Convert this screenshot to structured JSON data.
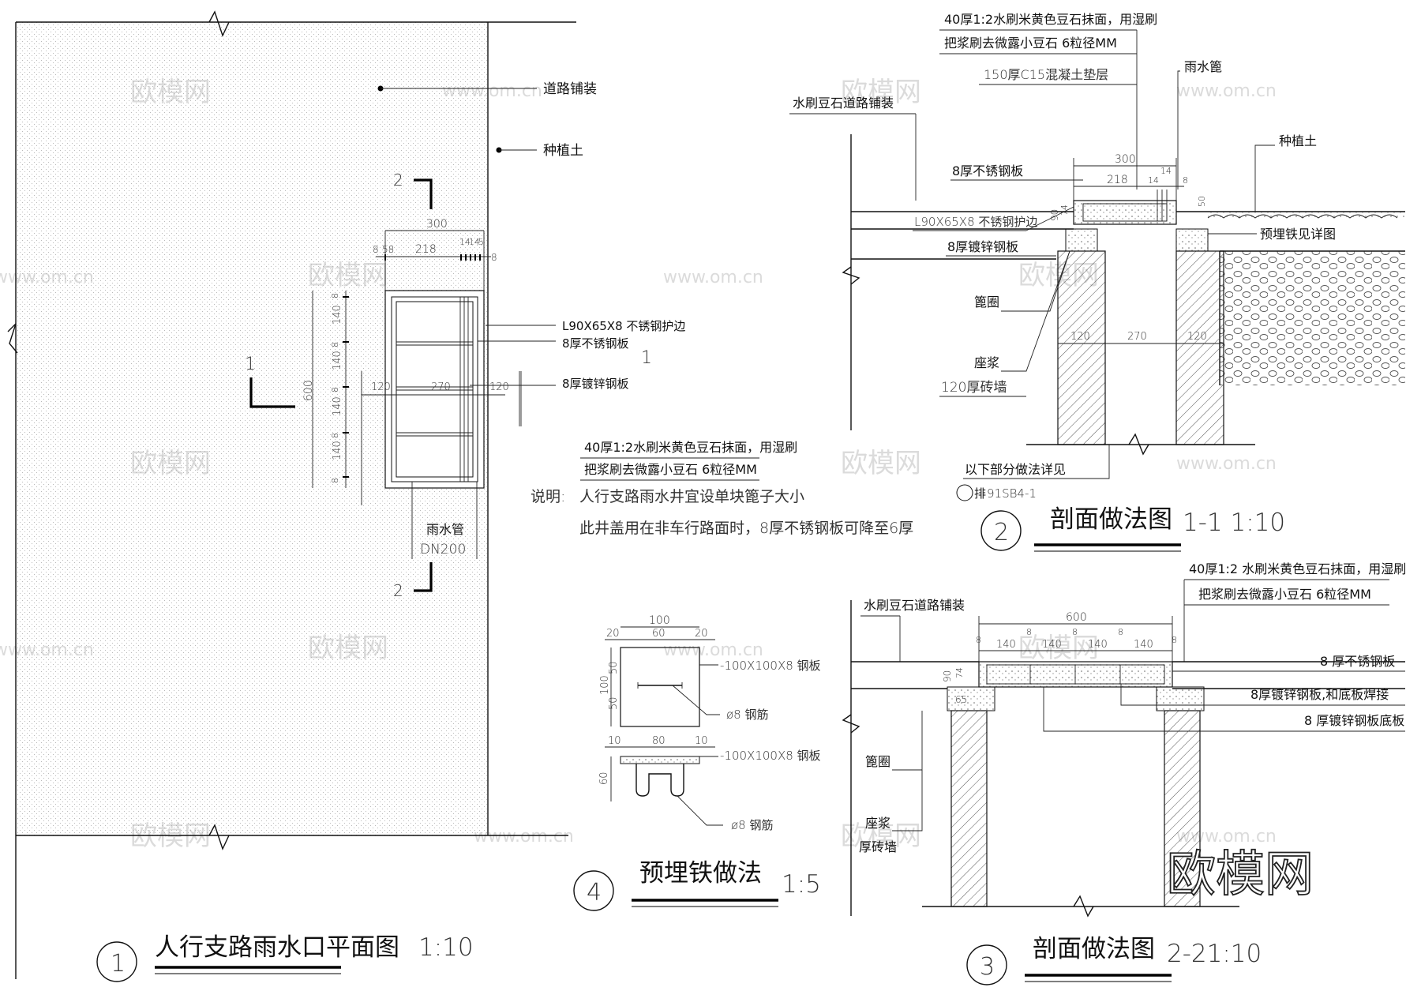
{
  "watermarks": {
    "brand_cn": "欧模网",
    "site": "www.om.cn"
  },
  "plan": {
    "label_paving": "道路铺装",
    "label_soil": "种植土",
    "cut_1": "1",
    "cut_2": "2",
    "dim_300": "300",
    "dim_8a": "8",
    "dim_58": "58",
    "dim_218": "218",
    "dim_14a": "14",
    "dim_14b": "14",
    "dim_5": "5",
    "dim_8b": "8",
    "dim_600": "600",
    "dim_140": "140",
    "dim_8": "8",
    "dim_120": "120",
    "dim_270": "270",
    "label_angle": "L90X65X8  不锈钢护边",
    "label_ss_plate": "8厚不锈钢板",
    "label_galv_plate": "8厚镀锌钢板",
    "note_line1": "40厚1:2水刷米黄色豆石抹面，用湿刷",
    "note_line2": "把浆刷去微露小豆石  6粒径MM",
    "explain_title": "说明:",
    "explain_line1": "人行支路雨水井宜设单块篦子大小",
    "explain_line2": "此井盖用在非车行路面时，8厚不锈钢板可降至6厚",
    "pipe_label": "雨水管",
    "pipe_size": "DN200",
    "title_num": "1",
    "title_text": "人行支路雨水口平面图",
    "title_scale": "1:10"
  },
  "sec11": {
    "note_line1": "40厚1:2水刷米黄色豆石抹面，用湿刷",
    "note_line2": "把浆刷去微露小豆石  6粒径MM",
    "concrete": "150厚C15混凝土垫层",
    "grate": "雨水篦",
    "paving": "水刷豆石道路铺装",
    "soil": "种植土",
    "ss_plate": "8厚不锈钢板",
    "angle": "L90X65X8  不锈钢护边",
    "galv_plate": "8厚镀锌钢板",
    "embed": "预埋铁见详图",
    "curb": "篦圈",
    "mortar": "座浆",
    "brick": "120厚砖墙",
    "see_detail": "以下部分做法详见",
    "ref": "91SB4-1",
    "ref_prefix": "排",
    "dim_300": "300",
    "dim_218": "218",
    "dim_14": "14",
    "dim_8": "8",
    "dim_14b": "14",
    "dim_90": "90",
    "dim_74": "74",
    "dim_50": "50",
    "dim_120": "120",
    "dim_270": "270",
    "title_num": "2",
    "title_text": "剖面做法图",
    "title_scale": "1-1  1:10"
  },
  "sec22": {
    "note_line1": "40厚1:2  水刷米黄色豆石抹面，用湿刷",
    "note_line2": "把浆刷去微露小豆石  6粒径MM",
    "paving": "水刷豆石道路铺装",
    "dim_600": "600",
    "dim_8": "8",
    "dim_140": "140",
    "dim_90": "90",
    "dim_74": "74",
    "dim_65": "65",
    "ss_plate": "8  厚不锈钢板",
    "galv_weld": "8厚镀锌钢板,和底板焊接",
    "galv_base": "8 厚镀锌钢板底板",
    "curb": "篦圈",
    "mortar": "座浆",
    "brick": "厚砖墙",
    "title_num": "3",
    "title_text": "剖面做法图",
    "title_scale": "2-21:10"
  },
  "detail4": {
    "dim_100": "100",
    "dim_20": "20",
    "dim_60": "60",
    "dim_50": "50",
    "dim_10": "10",
    "dim_80": "80",
    "plate": "-100X100X8  钢板",
    "rebar": "ø8 钢筋",
    "title_num": "4",
    "title_text": "预埋铁做法",
    "title_scale": "1:5"
  },
  "big_watermark": "欧模网"
}
